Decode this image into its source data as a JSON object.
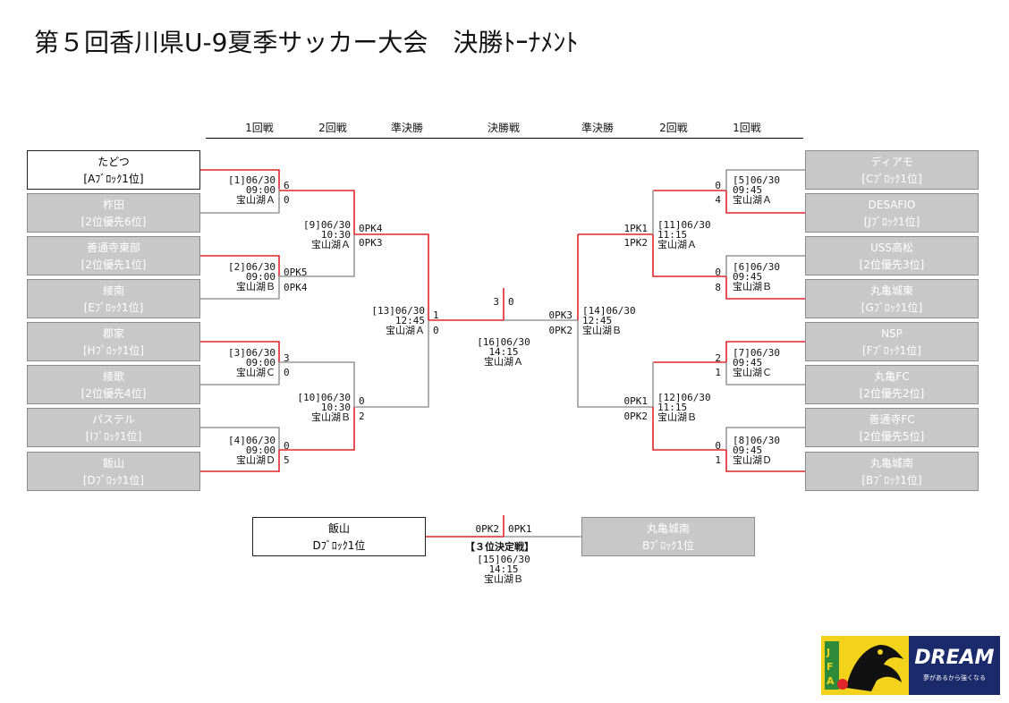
{
  "title": "第５回香川県U-9夏季サッカー大会　決勝ﾄｰﾅﾒﾝﾄ",
  "rounds": {
    "left": [
      "1回戦",
      "2回戦",
      "準決勝"
    ],
    "final": "決勝戦",
    "right": [
      "準決勝",
      "2回戦",
      "1回戦"
    ]
  },
  "teams_left": [
    {
      "name": "たどつ",
      "sub": "[Aﾌﾞﾛｯｸ1位]",
      "winner": true
    },
    {
      "name": "柞田",
      "sub": "[2位優先6位]",
      "winner": false
    },
    {
      "name": "善通寺東部",
      "sub": "[2位優先1位]",
      "winner": false
    },
    {
      "name": "綾南",
      "sub": "[Eﾌﾞﾛｯｸ1位]",
      "winner": false
    },
    {
      "name": "郡家",
      "sub": "[Hﾌﾞﾛｯｸ1位]",
      "winner": false
    },
    {
      "name": "綾歌",
      "sub": "[2位優先4位]",
      "winner": false
    },
    {
      "name": "パステル",
      "sub": "[Iﾌﾞﾛｯｸ1位]",
      "winner": false
    },
    {
      "name": "飯山",
      "sub": "[Dﾌﾞﾛｯｸ1位]",
      "winner": false
    }
  ],
  "teams_right": [
    {
      "name": "ディアモ",
      "sub": "[Cﾌﾞﾛｯｸ1位]"
    },
    {
      "name": "DESAFIO",
      "sub": "[Jﾌﾞﾛｯｸ1位]"
    },
    {
      "name": "USS高松",
      "sub": "[2位優先3位]"
    },
    {
      "name": "丸亀城東",
      "sub": "[Gﾌﾞﾛｯｸ1位]"
    },
    {
      "name": "NSP",
      "sub": "[Fﾌﾞﾛｯｸ1位]"
    },
    {
      "name": "丸亀FC",
      "sub": "[2位優先2位]"
    },
    {
      "name": "善通寺FC",
      "sub": "[2位優先5位]"
    },
    {
      "name": "丸亀城南",
      "sub": "[Bﾌﾞﾛｯｸ1位]"
    }
  ],
  "matches": {
    "m1": {
      "no": "[1]06/30",
      "time": "09:00",
      "venue": "宝山湖Ａ",
      "top": "6",
      "bot": "0"
    },
    "m2": {
      "no": "[2]06/30",
      "time": "09:00",
      "venue": "宝山湖Ｂ",
      "top": "0PK5",
      "bot": "0PK4"
    },
    "m3": {
      "no": "[3]06/30",
      "time": "09:00",
      "venue": "宝山湖Ｃ",
      "top": "3",
      "bot": "0"
    },
    "m4": {
      "no": "[4]06/30",
      "time": "09:00",
      "venue": "宝山湖Ｄ",
      "top": "0",
      "bot": "5"
    },
    "m5": {
      "no": "[5]06/30",
      "time": "09:45",
      "venue": "宝山湖Ａ",
      "top": "0",
      "bot": "4"
    },
    "m6": {
      "no": "[6]06/30",
      "time": "09:45",
      "venue": "宝山湖Ｂ",
      "top": "0",
      "bot": "8"
    },
    "m7": {
      "no": "[7]06/30",
      "time": "09:45",
      "venue": "宝山湖Ｃ",
      "top": "2",
      "bot": "1"
    },
    "m8": {
      "no": "[8]06/30",
      "time": "09:45",
      "venue": "宝山湖Ｄ",
      "top": "0",
      "bot": "1"
    },
    "m9": {
      "no": "[9]06/30",
      "time": "10:30",
      "venue": "宝山湖Ａ",
      "top": "0PK4",
      "bot": "0PK3"
    },
    "m10": {
      "no": "[10]06/30",
      "time": "10:30",
      "venue": "宝山湖Ｂ",
      "top": "0",
      "bot": "2"
    },
    "m11": {
      "no": "[11]06/30",
      "time": "11:15",
      "venue": "宝山湖Ａ",
      "top": "1PK1",
      "bot": "1PK2"
    },
    "m12": {
      "no": "[12]06/30",
      "time": "11:15",
      "venue": "宝山湖Ｂ",
      "top": "0PK1",
      "bot": "0PK2"
    },
    "m13": {
      "no": "[13]06/30",
      "time": "12:45",
      "venue": "宝山湖Ａ",
      "top": "1",
      "bot": "0"
    },
    "m14": {
      "no": "[14]06/30",
      "time": "12:45",
      "venue": "宝山湖Ｂ",
      "top": "0PK3",
      "bot": "0PK2"
    },
    "m16": {
      "no": "[16]06/30",
      "time": "14:15",
      "venue": "宝山湖Ａ",
      "left": "3",
      "right": "0"
    },
    "m15": {
      "label": "【３位決定戦】",
      "no": "[15]06/30",
      "time": "14:15",
      "venue": "宝山湖Ｂ",
      "left": "0PK2",
      "right": "0PK1"
    }
  },
  "third_place": {
    "left": {
      "name": "飯山",
      "sub": "Dﾌﾞﾛｯｸ1位"
    },
    "right": {
      "name": "丸亀城南",
      "sub": "Bﾌﾞﾛｯｸ1位"
    }
  },
  "logo": {
    "text": "DREAM",
    "tagline": "夢があるから強くなる",
    "mark_letters": "JFA"
  },
  "colors": {
    "win": "#e0262b",
    "loss": "#9a9a9a",
    "team_bg": "#c8c8c8",
    "logo_blue": "#1b2a6b",
    "logo_yellow": "#f2d21b",
    "logo_green": "#2e8b3a"
  }
}
